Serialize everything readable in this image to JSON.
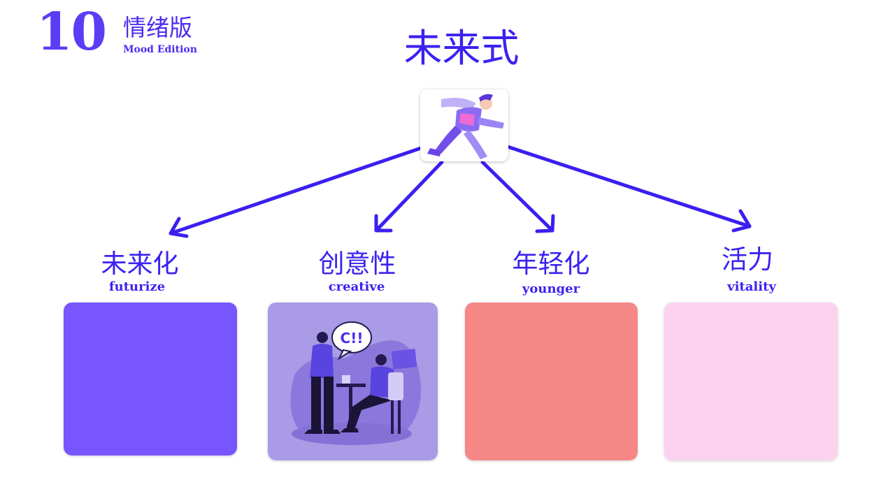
{
  "header": {
    "number": "10",
    "zh_title": "情绪版",
    "en_title": "Mood Edition"
  },
  "main_title": "未来式",
  "center_image_icon": "running-figure-illustration",
  "categories": [
    {
      "zh": "未来化",
      "en": "futurize",
      "color": "#7755ff",
      "content": "solid-color"
    },
    {
      "zh": "创意性",
      "en": "creative",
      "color": "#a99be6",
      "content": "two-people-conversation-illustration"
    },
    {
      "zh": "年轻化",
      "en": "younger",
      "color": "#f58886",
      "content": "solid-color"
    },
    {
      "zh": "活力",
      "en": "vitality",
      "color": "#fcd3ef",
      "content": "solid-color"
    }
  ],
  "colors": {
    "accent": "#3b22f0",
    "arrow": "#3a1ff0"
  }
}
